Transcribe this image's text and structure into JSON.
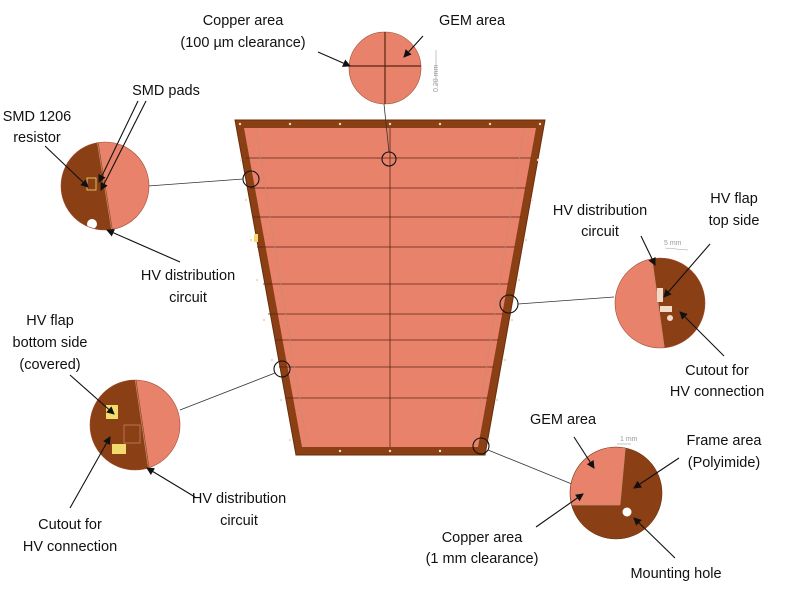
{
  "colors": {
    "gem_area": "#e9826b",
    "frame": "#8a3f14",
    "frame_edge": "#6b2e0c",
    "hv_pad": "#f2dc6e",
    "copper_line": "#5a2410"
  },
  "labels": {
    "copper_top_1": "Copper area",
    "copper_top_2": "(100 µm clearance)",
    "gem_top": "GEM area",
    "dim_top": "0.20 mm",
    "smd_res_1": "SMD 1206",
    "smd_res_2": "resistor",
    "smd_pads": "SMD pads",
    "hv_left_1": "HV distribution",
    "hv_left_2": "circuit",
    "hv_dist_right_1": "HV distribution",
    "hv_dist_right_2": "circuit",
    "hv_flap_top_1": "HV flap",
    "hv_flap_top_2": "top side",
    "dim_right": "5 mm",
    "cutout_right_1": "Cutout for",
    "cutout_right_2": "HV connection",
    "hv_flap_bot_1": "HV flap",
    "hv_flap_bot_2": "bottom side",
    "hv_flap_bot_3": "(covered)",
    "cutout_left_1": "Cutout for",
    "cutout_left_2": "HV connection",
    "hv_bottom_1": "HV distribution",
    "hv_bottom_2": "circuit",
    "gem_br": "GEM area",
    "dim_br": "1 mm",
    "frame_area_1": "Frame area",
    "frame_area_2": "(Polyimide)",
    "copper_br_1": "Copper area",
    "copper_br_2": "(1 mm clearance)",
    "mounting_hole": "Mounting hole"
  }
}
